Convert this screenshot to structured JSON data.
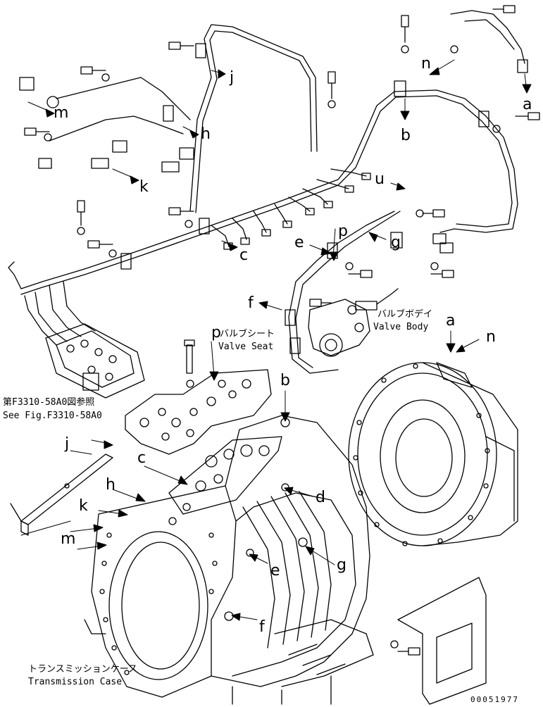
{
  "callouts": {
    "a_top": "a",
    "a_right": "a",
    "b_top": "b",
    "b_case": "b",
    "c_top": "c",
    "c_case": "c",
    "d_case": "d",
    "e_top": "e",
    "e_case": "e",
    "f_top": "f",
    "f_case": "f",
    "g_top": "g",
    "g_case": "g",
    "h_top": "h",
    "h_case": "h",
    "j_top": "j",
    "j_case": "j",
    "k_top": "k",
    "k_case": "k",
    "m_top": "m",
    "m_case": "m",
    "n_top": "n",
    "n_right": "n",
    "p_top": "p",
    "p_seat": "p",
    "u_top": "u"
  },
  "labels": {
    "valve_body_jp": "バルブボデイ",
    "valve_body_en": "Valve Body",
    "valve_seat_jp": "バルブシート",
    "valve_seat_en": "Valve Seat",
    "see_fig_jp": "第F3310-58A0図参照",
    "see_fig_en": "See Fig.F3310-58A0",
    "transmission_case_jp": "トランスミッションケース",
    "transmission_case_en": "Transmission Case",
    "drawing_number": "00051977"
  }
}
